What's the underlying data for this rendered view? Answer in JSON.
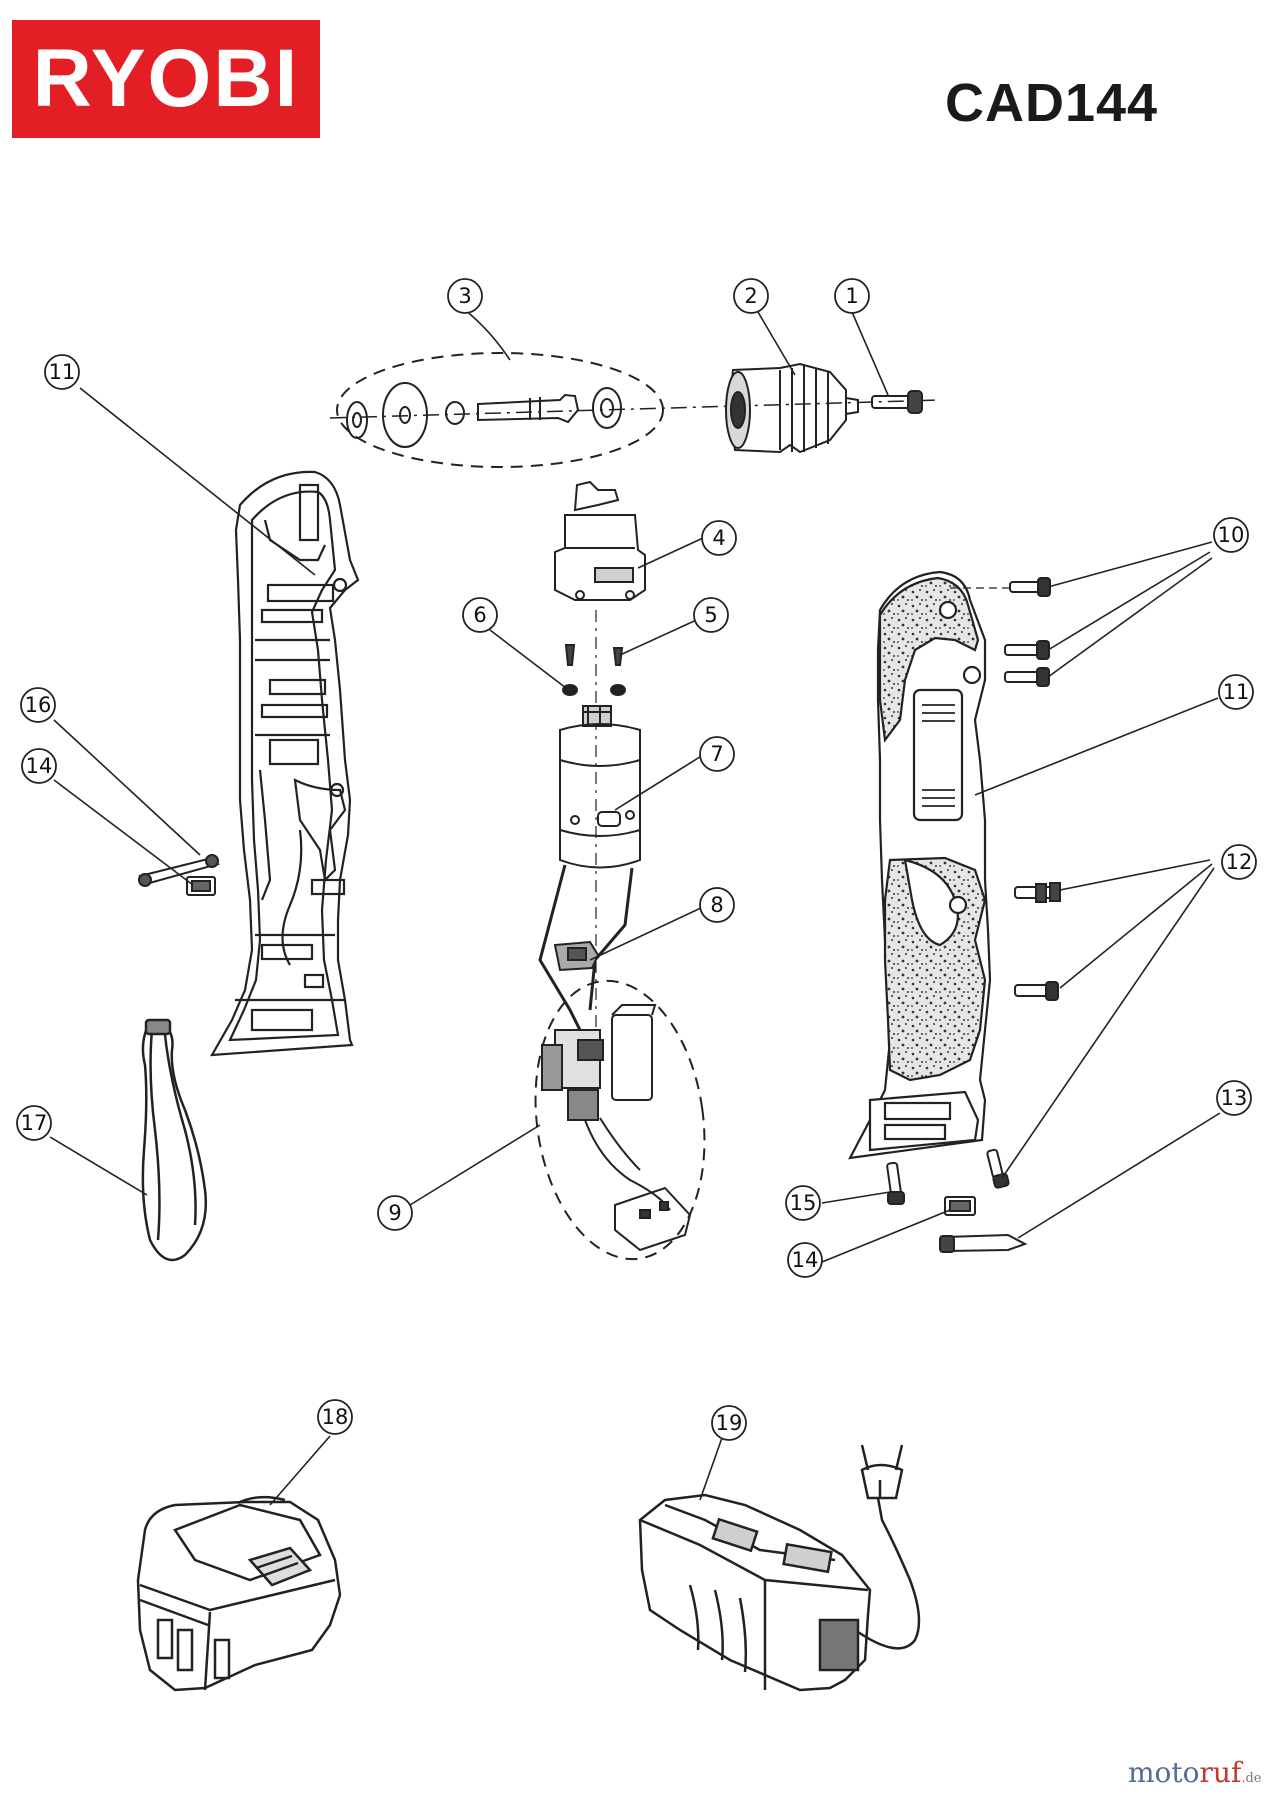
{
  "brand": {
    "logo_text": "RYOBI",
    "color": "#e31e24"
  },
  "model": "CAD144",
  "watermark": {
    "part1": "moto",
    "part2": "ruf",
    "part3": ".de"
  },
  "callouts": [
    {
      "id": "c1",
      "label": "1"
    },
    {
      "id": "c2",
      "label": "2"
    },
    {
      "id": "c3",
      "label": "3"
    },
    {
      "id": "c4",
      "label": "4"
    },
    {
      "id": "c5",
      "label": "5"
    },
    {
      "id": "c6",
      "label": "6"
    },
    {
      "id": "c7",
      "label": "7"
    },
    {
      "id": "c8",
      "label": "8"
    },
    {
      "id": "c9",
      "label": "9"
    },
    {
      "id": "c10",
      "label": "10"
    },
    {
      "id": "c11a",
      "label": "11"
    },
    {
      "id": "c11b",
      "label": "11"
    },
    {
      "id": "c12",
      "label": "12"
    },
    {
      "id": "c13",
      "label": "13"
    },
    {
      "id": "c14a",
      "label": "14"
    },
    {
      "id": "c14b",
      "label": "14"
    },
    {
      "id": "c15",
      "label": "15"
    },
    {
      "id": "c16",
      "label": "16"
    },
    {
      "id": "c17",
      "label": "17"
    },
    {
      "id": "c18",
      "label": "18"
    },
    {
      "id": "c19",
      "label": "19"
    }
  ]
}
